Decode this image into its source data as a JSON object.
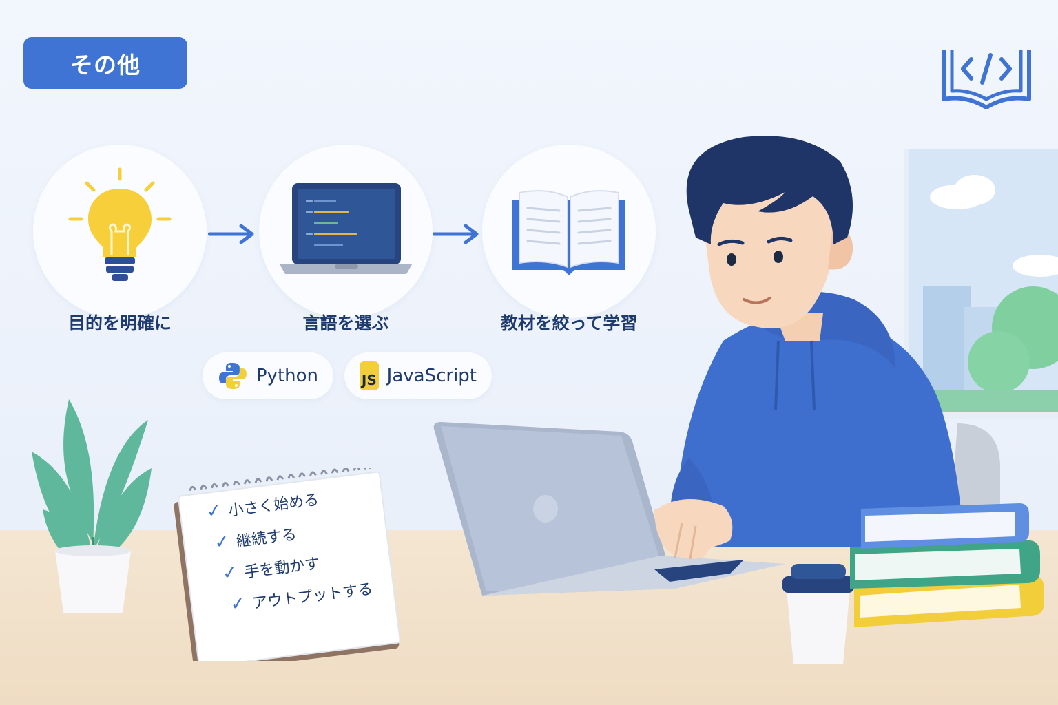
{
  "category_label": "その他",
  "steps": [
    {
      "label": "目的を明確に",
      "icon": "lightbulb-icon"
    },
    {
      "label": "言語を選ぶ",
      "icon": "laptop-code-icon"
    },
    {
      "label": "教材を絞って学習",
      "icon": "open-book-icon"
    }
  ],
  "languages": [
    {
      "label": "Python",
      "icon": "python-logo-icon"
    },
    {
      "label": "JavaScript",
      "icon": "js-logo-icon",
      "badge_text": "JS"
    }
  ],
  "checklist": [
    "小さく始める",
    "継続する",
    "手を動かす",
    "アウトプットする"
  ],
  "logo_icon": "code-book-icon",
  "colors": {
    "accent": "#3f73d4",
    "text": "#1f3b6e",
    "bulb": "#f7cf3a",
    "hoodie": "#3e6fcf",
    "hair": "#1f3568"
  }
}
